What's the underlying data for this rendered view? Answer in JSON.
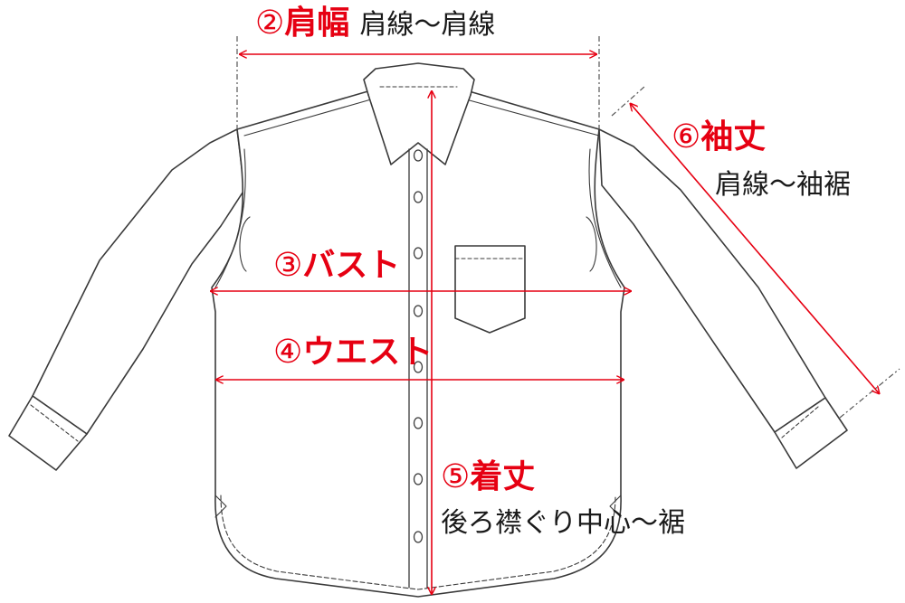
{
  "colors": {
    "accent": "#e60012",
    "outline": "#3a3a3a",
    "text": "#1a1a1a",
    "background": "#ffffff"
  },
  "measurements": [
    {
      "id": "shoulder",
      "number": "②",
      "title": "肩幅",
      "subtitle": "肩線～肩線"
    },
    {
      "id": "bust",
      "number": "③",
      "title": "バスト",
      "subtitle": ""
    },
    {
      "id": "waist",
      "number": "④",
      "title": "ウエスト",
      "subtitle": ""
    },
    {
      "id": "length",
      "number": "⑤",
      "title": "着丈",
      "subtitle": "後ろ襟ぐり中心～裾"
    },
    {
      "id": "sleeve",
      "number": "⑥",
      "title": "袖丈",
      "subtitle": "肩線～袖裾"
    }
  ]
}
